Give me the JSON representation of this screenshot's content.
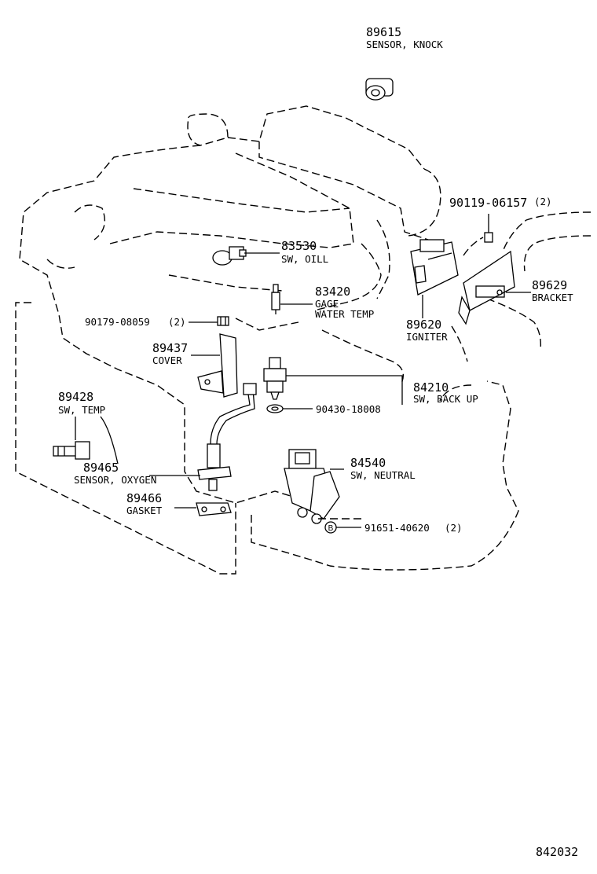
{
  "parts": [
    {
      "id": "knock-sensor",
      "number": "89615",
      "name": "SENSOR, KNOCK"
    },
    {
      "id": "bolt-upper-right",
      "number": "90119-06157",
      "qty": "(2)"
    },
    {
      "id": "oil-switch",
      "number": "83530",
      "name": "SW, OILL"
    },
    {
      "id": "water-temp-gage",
      "number": "83420",
      "name_line1": "GAGE",
      "name_line2": "WATER TEMP"
    },
    {
      "id": "bracket",
      "number": "89629",
      "name": "BRACKET"
    },
    {
      "id": "igniter",
      "number": "89620",
      "name": "IGNITER"
    },
    {
      "id": "nut-cover",
      "number": "90179-08059",
      "qty": "(2)"
    },
    {
      "id": "cover",
      "number": "89437",
      "name": "COVER"
    },
    {
      "id": "backup-switch",
      "number": "84210",
      "name": "SW, BACK UP"
    },
    {
      "id": "backup-gasket",
      "number": "90430-18008"
    },
    {
      "id": "temp-switch",
      "number": "89428",
      "name": "SW, TEMP"
    },
    {
      "id": "neutral-switch",
      "number": "84540",
      "name": "SW, NEUTRAL"
    },
    {
      "id": "oxygen-sensor",
      "number": "89465",
      "name": "SENSOR, OXYGEN"
    },
    {
      "id": "oxygen-gasket",
      "number": "89466",
      "name": "GASKET"
    },
    {
      "id": "bolt-neutral",
      "number": "91651-40620",
      "qty": "(2)",
      "marker": "B"
    }
  ],
  "footer": {
    "diagram_code": "842032"
  }
}
